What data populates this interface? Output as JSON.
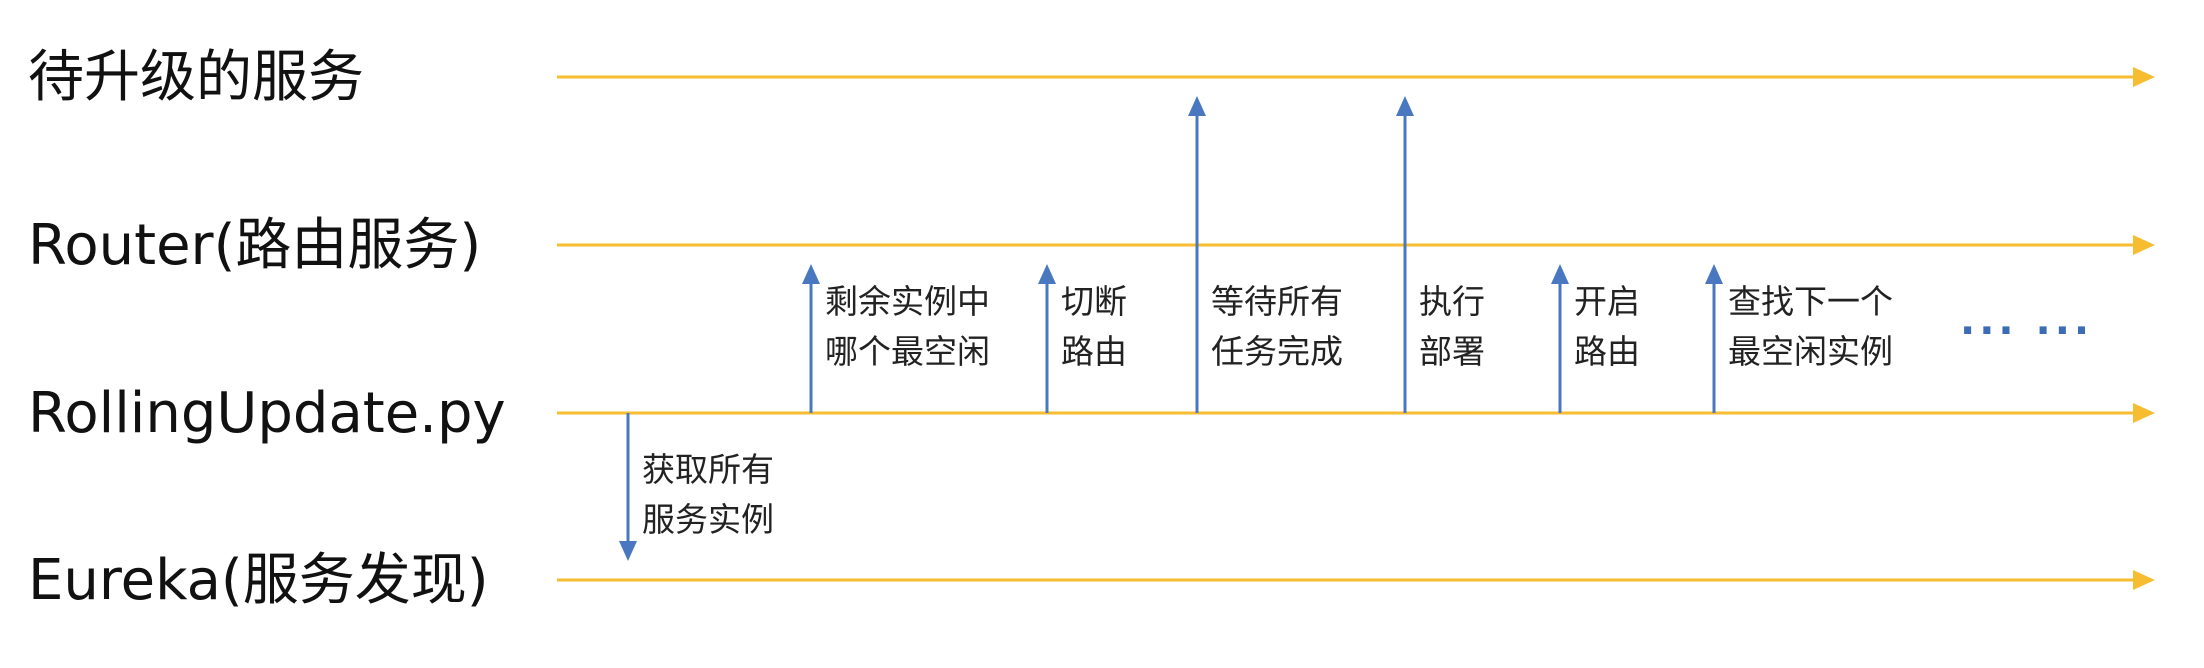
{
  "colors": {
    "lane_line": "#f5bd2f",
    "arrow": "#4a78c0",
    "ellipsis": "#3c6cb4"
  },
  "lanes": [
    {
      "id": "service",
      "label": "待升级的服务"
    },
    {
      "id": "router",
      "label": "Router(路由服务)"
    },
    {
      "id": "rolling",
      "label": "RollingUpdate.py"
    },
    {
      "id": "eureka",
      "label": "Eureka(服务发现)"
    }
  ],
  "steps": [
    {
      "from": "rolling",
      "to": "eureka",
      "lines": [
        "获取所有",
        "服务实例"
      ]
    },
    {
      "from": "rolling",
      "to": "router",
      "lines": [
        "剩余实例中",
        "哪个最空闲"
      ]
    },
    {
      "from": "rolling",
      "to": "router",
      "lines": [
        "切断",
        "路由"
      ]
    },
    {
      "from": "rolling",
      "to": "service",
      "lines": [
        "等待所有",
        "任务完成"
      ]
    },
    {
      "from": "rolling",
      "to": "service",
      "lines": [
        "执行",
        "部署"
      ]
    },
    {
      "from": "rolling",
      "to": "router",
      "lines": [
        "开启",
        "路由"
      ]
    },
    {
      "from": "rolling",
      "to": "router",
      "lines": [
        "查找下一个",
        "最空闲实例"
      ]
    }
  ],
  "ellipsis": "··· ···"
}
